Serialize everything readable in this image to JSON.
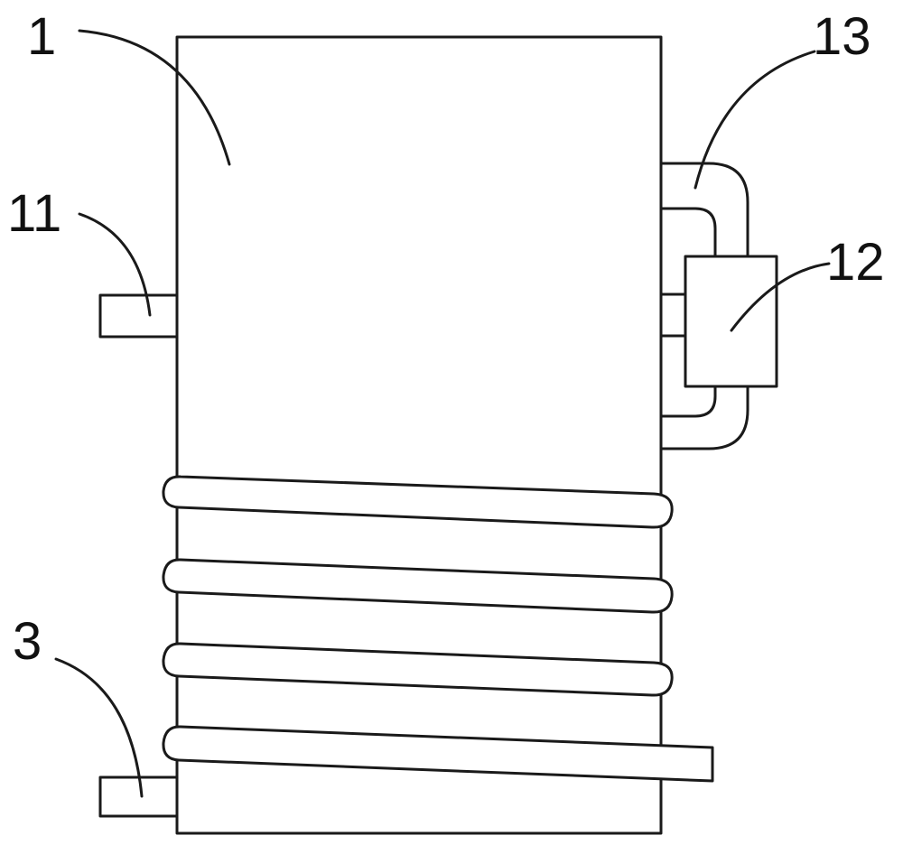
{
  "labels": {
    "body": "1",
    "inlet": "11",
    "sensor_box": "12",
    "bypass_pipe": "13",
    "coil": "3"
  },
  "colors": {
    "line": "#1a1a1a",
    "background": "#ffffff"
  }
}
